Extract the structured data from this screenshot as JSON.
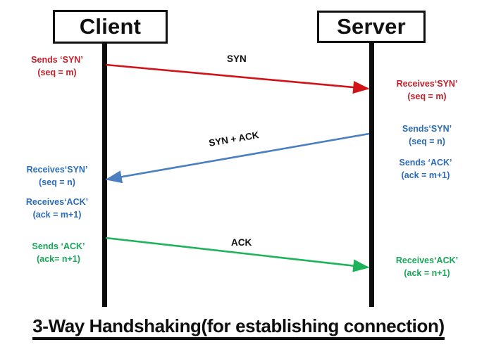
{
  "diagram": {
    "title": "3-Way Handshaking(for establishing connection)",
    "type": "sequence-diagram",
    "participants": [
      {
        "id": "client",
        "label": "Client"
      },
      {
        "id": "server",
        "label": "Server"
      }
    ],
    "messages": [
      {
        "id": "syn",
        "label": "SYN",
        "from": "client",
        "to": "server",
        "color": "#D11217",
        "sender_note": {
          "line1": "Sends ‘SYN’",
          "line2": "(seq = m)"
        },
        "receiver_note": {
          "line1": "Receives‘SYN’",
          "line2": "(seq = m)"
        }
      },
      {
        "id": "syn-ack",
        "label": "SYN + ACK",
        "from": "server",
        "to": "client",
        "color": "#4A7FC1",
        "sender_note": {
          "line1": "Sends‘SYN’",
          "line2": "(seq = n)"
        },
        "sender_note_2": {
          "line1": "Sends ‘ACK’",
          "line2": "(ack = m+1)"
        },
        "receiver_note": {
          "line1": "Receives‘SYN’",
          "line2": "(seq = n)"
        },
        "receiver_note_2": {
          "line1": "Receives‘ACK’",
          "line2": "(ack = m+1)"
        }
      },
      {
        "id": "ack",
        "label": "ACK",
        "from": "client",
        "to": "server",
        "color": "#1DB35A",
        "sender_note": {
          "line1": "Sends ‘ACK’",
          "line2": "(ack= n+1)"
        },
        "receiver_note": {
          "line1": "Receives‘ACK’",
          "line2": "(ack = n+1)"
        }
      }
    ],
    "colors": {
      "syn": "#D11217",
      "syn_text": "#C0202A",
      "syn_ack": "#4A7FC1",
      "syn_ack_text": "#2B6CB5",
      "ack": "#1DB35A",
      "ack_text": "#18A558",
      "line": "#0d0d0d",
      "text": "#111111",
      "background": "#ffffff"
    }
  }
}
